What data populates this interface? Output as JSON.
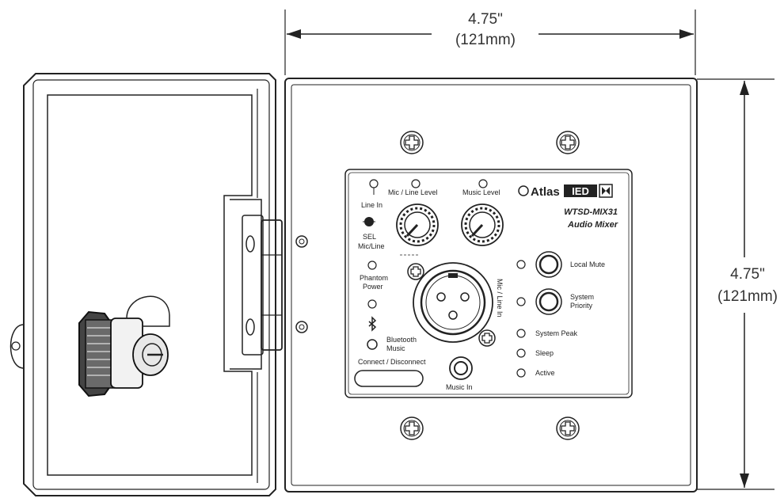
{
  "dimensions": {
    "width_in": "4.75\"",
    "width_mm": "(121mm)",
    "height_in": "4.75\"",
    "height_mm": "(121mm)"
  },
  "brand": {
    "atlas": "Atlas",
    "ied": "IED"
  },
  "model": {
    "number": "WTSD-MIX31",
    "name": "Audio Mixer"
  },
  "labels": {
    "line_in": "Line In",
    "mic_line_level": "Mic / Line Level",
    "music_level": "Music Level",
    "sel": "SEL",
    "mic_line": "Mic/Line",
    "phantom": "Phantom",
    "power": "Power",
    "bluetooth": "Bluetooth",
    "music": "Music",
    "connect_disconnect": "Connect / Disconnect",
    "music_in": "Music In",
    "mic_line_in": "Mic / Line In",
    "local_mute": "Local Mute",
    "system": "System",
    "priority": "Priority",
    "system_peak": "System Peak",
    "sleep": "Sleep",
    "active": "Active"
  }
}
